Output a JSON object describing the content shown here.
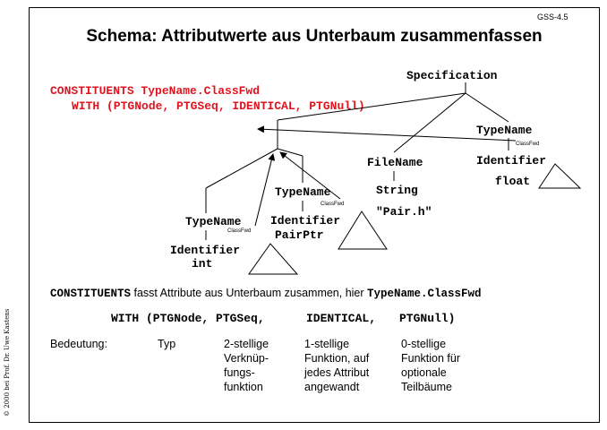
{
  "slide_id": "GSS-4.5",
  "title": "Schema: Attributwerte aus Unterbaum zusammenfassen",
  "copyright": "© 2000 bei Prof. Dr. Uwe Kastens",
  "code": {
    "line1": "CONSTITUENTS TypeName.ClassFwd",
    "line2": "WITH (PTGNode, PTGSeq, IDENTICAL, PTGNull)"
  },
  "tree": {
    "root": "Specification",
    "right_typename": "TypeName",
    "right_attr": "ClassFwd",
    "right_identifier": "Identifier",
    "right_leaf": "float",
    "filename": "FileName",
    "string": "String",
    "string_value": "\"Pair.h\"",
    "mid_typename": "TypeName",
    "mid_attr": "ClassFwd",
    "mid_identifier": "Identifier",
    "mid_leaf": "PairPtr",
    "left_typename": "TypeName",
    "left_attr": "ClassFwd",
    "left_identifier": "Identifier",
    "left_leaf": "int"
  },
  "sentence": {
    "kw": "CONSTITUENTS",
    "text": " fasst Attribute aus Unterbaum zusammen, hier ",
    "attr": "TypeName.ClassFwd"
  },
  "with_line": {
    "w1": "WITH (PTGNode, PTGSeq,",
    "w2": "IDENTICAL,",
    "w3": "PTGNull)"
  },
  "explanation": {
    "label": "Bedeutung:",
    "c1": "Typ",
    "c2": [
      "2-stellige",
      "Verknüp-",
      "fungs-",
      "funktion"
    ],
    "c3": [
      "1-stellige",
      "Funktion, auf",
      "jedes Attribut",
      "angewandt"
    ],
    "c4": [
      "0-stellige",
      "Funktion für",
      "optionale",
      "Teilbäume"
    ]
  }
}
